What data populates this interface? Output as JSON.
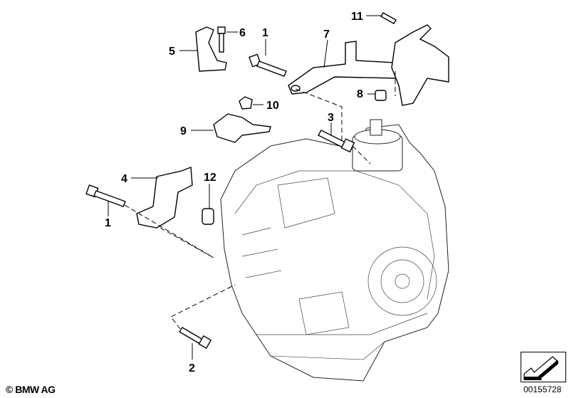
{
  "callouts": [
    {
      "number": "1"
    },
    {
      "number": "6"
    },
    {
      "number": "7"
    },
    {
      "number": "11"
    },
    {
      "number": "5"
    },
    {
      "number": "8"
    },
    {
      "number": "10"
    },
    {
      "number": "9"
    },
    {
      "number": "3"
    },
    {
      "number": "4"
    },
    {
      "number": "12"
    },
    {
      "number": "1"
    },
    {
      "number": "2"
    }
  ],
  "footer": {
    "copyright": "© BMW AG",
    "diagram_code": "00155728"
  },
  "nav_icon": "arrow-down-left-icon"
}
